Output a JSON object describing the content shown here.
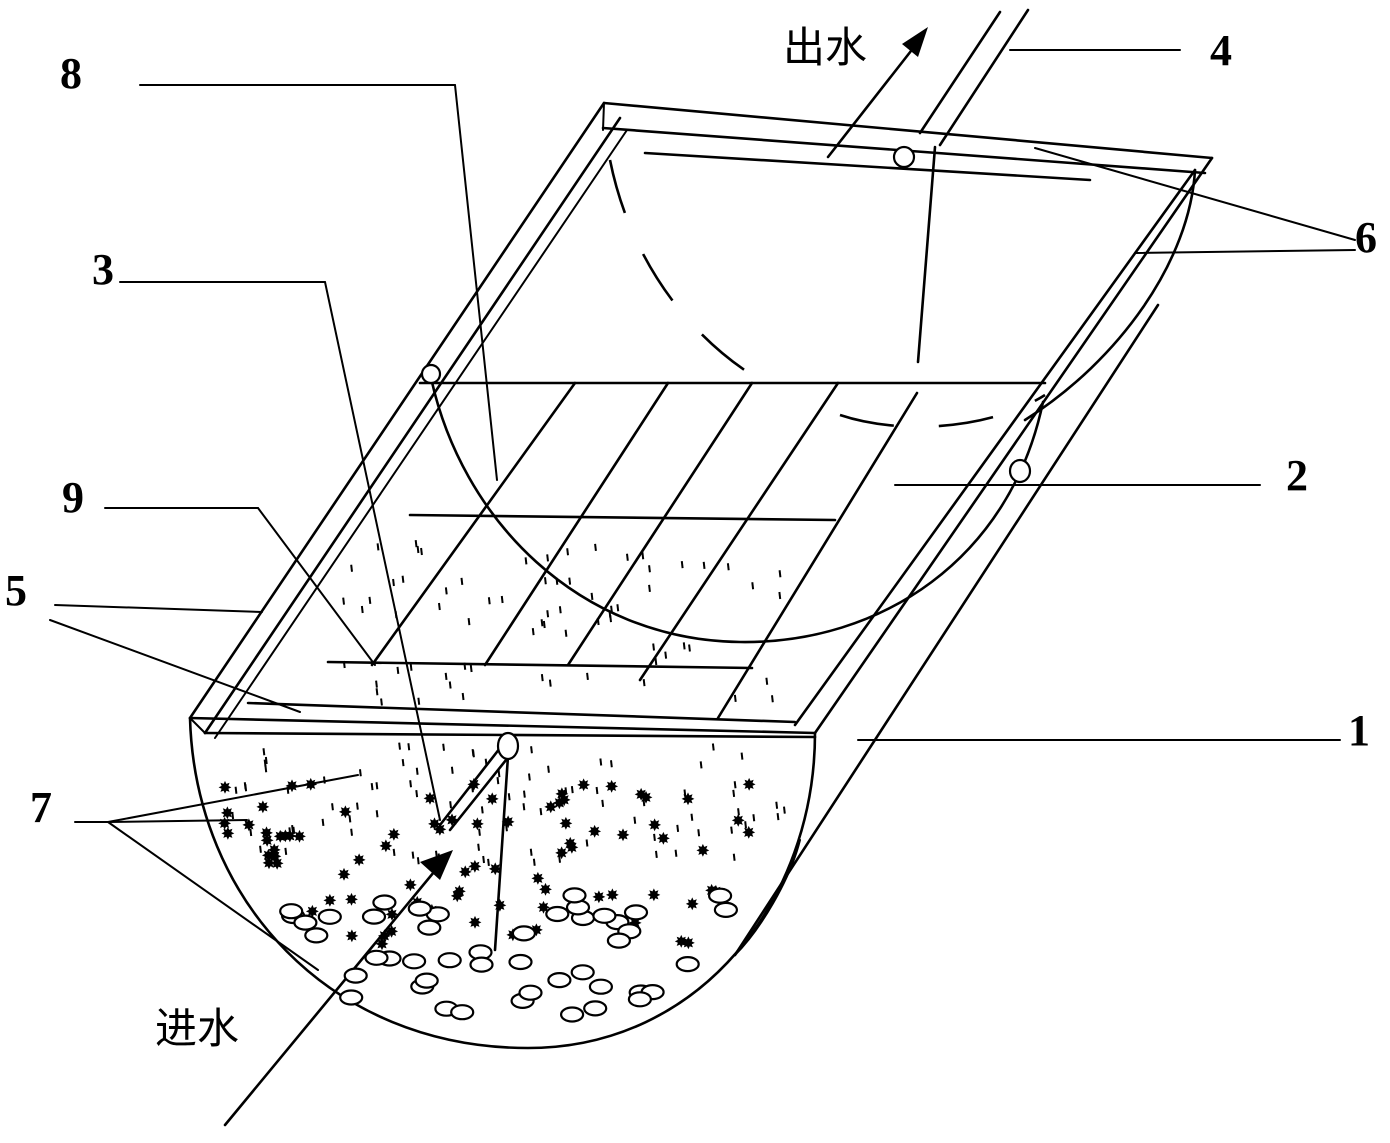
{
  "labels": {
    "n1": "1",
    "n2": "2",
    "n3": "3",
    "n4": "4",
    "n5": "5",
    "n6": "6",
    "n7": "7",
    "n8": "8",
    "n9": "9"
  },
  "flows": {
    "outlet": "出水",
    "inlet": "进水"
  }
}
